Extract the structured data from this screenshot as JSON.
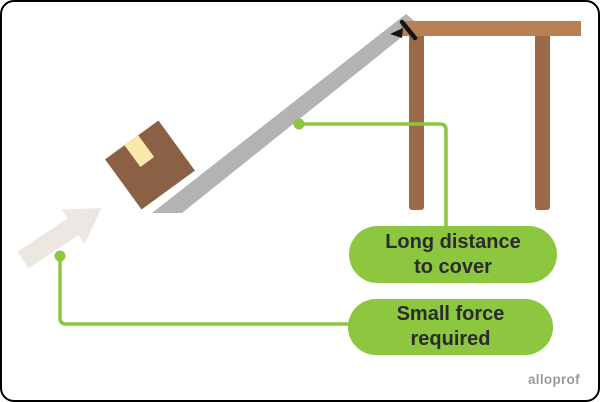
{
  "colors": {
    "background": "#ffffff",
    "frame_border": "#000000",
    "callout_green": "#8dc63f",
    "label_text": "#2b2b2b",
    "ramp_gray": "#b3b3b3",
    "box_brown": "#8a6145",
    "tape_beige": "#f9e9ab",
    "table_top_brown": "#b97f55",
    "table_leg_brown": "#9c6a49",
    "push_arrow_white": "#ece8e1",
    "marker_black": "#141414",
    "watermark_gray": "#9a9a9a"
  },
  "callouts": {
    "long_distance": {
      "line1": "Long distance",
      "line2": "to cover"
    },
    "small_force": {
      "line1": "Small force",
      "line2": "required"
    }
  },
  "watermark": "alloprof"
}
